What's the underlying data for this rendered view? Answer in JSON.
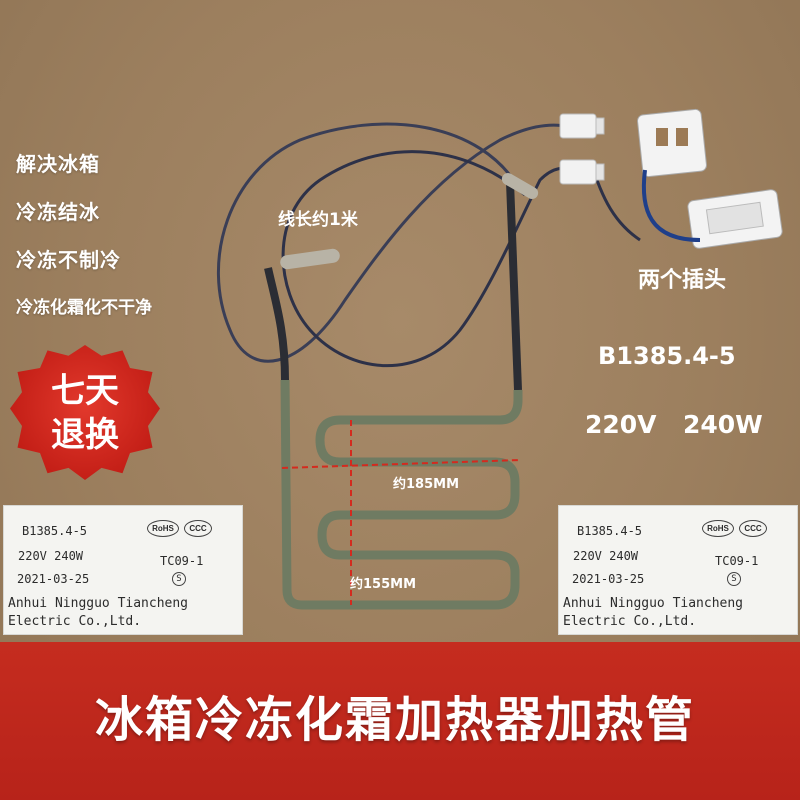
{
  "features": [
    "解决冰箱",
    "冷冻结冰",
    "冷冻不制冷",
    "冷冻化霜化不干净"
  ],
  "badge": {
    "line1": "七天",
    "line2": "退换",
    "color": "#c41f17"
  },
  "wire_length": "线长约1米",
  "plugs": "两个插头",
  "model": "B1385.4-5",
  "spec": {
    "voltage": "220V",
    "power": "240W"
  },
  "dimensions": {
    "height": "约185MM",
    "width": "约155MM"
  },
  "label": {
    "model": "B1385.4-5",
    "rohs": "RoHS",
    "ccc": "CCC",
    "voltage_power": "220V  240W",
    "code": "TC09-1",
    "date": "2021-03-25",
    "mark": "S",
    "maker_line1": "Anhui Ningguo Tiancheng",
    "maker_line2": "Electric Co.,Ltd."
  },
  "footer_title": "冰箱冷冻化霜加热器加热管",
  "colors": {
    "background": "#9c7f5e",
    "footer": "#c52c1f",
    "heater_tube": "#6f7b62"
  }
}
